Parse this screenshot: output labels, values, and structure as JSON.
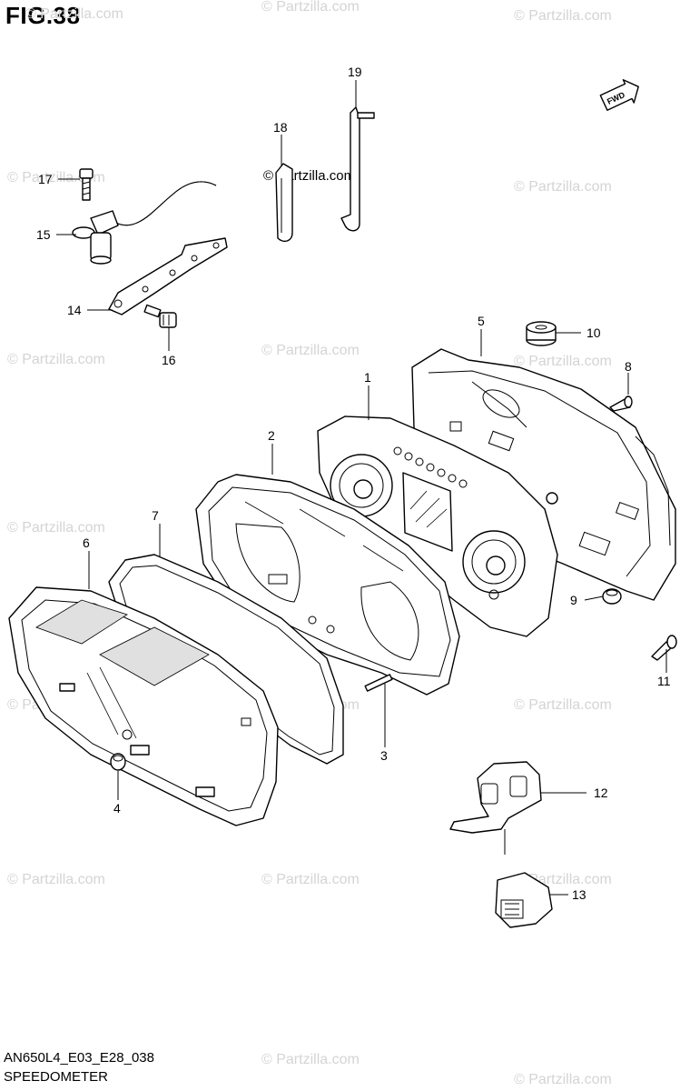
{
  "figure": {
    "title": "FIG.38",
    "code": "AN650L4_E03_E28_038",
    "name": "SPEEDOMETER"
  },
  "watermark": {
    "text": "© Partzilla.com",
    "center_text": "Partzilla.com"
  },
  "direction_badge": "FWD",
  "callouts": [
    {
      "number": "1",
      "part": "gauge-cluster-body"
    },
    {
      "number": "2",
      "part": "lens-frame"
    },
    {
      "number": "3",
      "part": "pin"
    },
    {
      "number": "4",
      "part": "cushion"
    },
    {
      "number": "5",
      "part": "lower-case"
    },
    {
      "number": "6",
      "part": "upper-case-lens"
    },
    {
      "number": "7",
      "part": "gasket"
    },
    {
      "number": "8",
      "part": "screw"
    },
    {
      "number": "9",
      "part": "cushion"
    },
    {
      "number": "10",
      "part": "grommet"
    },
    {
      "number": "11",
      "part": "screw"
    },
    {
      "number": "12",
      "part": "bracket"
    },
    {
      "number": "13",
      "part": "connector"
    },
    {
      "number": "14",
      "part": "sensor-bracket"
    },
    {
      "number": "15",
      "part": "speed-sensor"
    },
    {
      "number": "16",
      "part": "bolt"
    },
    {
      "number": "17",
      "part": "bolt"
    },
    {
      "number": "18",
      "part": "clamp"
    },
    {
      "number": "19",
      "part": "clamp-rod"
    }
  ]
}
